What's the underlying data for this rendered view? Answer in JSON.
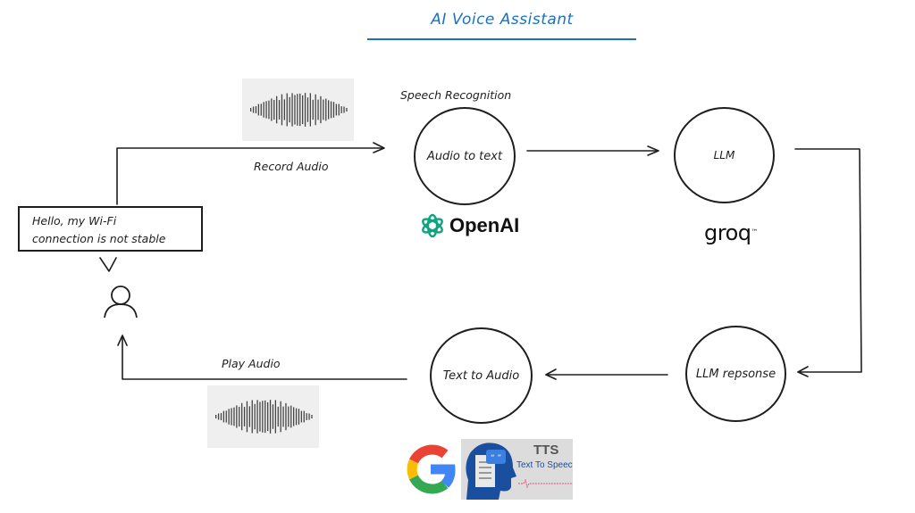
{
  "title": "AI Voice Assistant",
  "colors": {
    "title": "#1971c2",
    "stroke": "#1e1e1e",
    "openai_green": "#10a37f",
    "tts_blue": "#1a4fa0",
    "google_red": "#ea4335",
    "google_yellow": "#fbbc05",
    "google_green": "#34a853",
    "google_blue": "#4285f4"
  },
  "user": {
    "speech_bubble_lines": [
      "Hello, my Wi-Fi",
      "connection is not stable"
    ],
    "icon": "user-icon"
  },
  "edges": {
    "record_audio": "Record Audio",
    "play_audio": "Play Audio"
  },
  "nodes": {
    "speech_recognition": {
      "caption": "Speech Recognition",
      "label": "Audio to text",
      "provider": "OpenAI"
    },
    "llm": {
      "label": "LLM",
      "provider": "groq"
    },
    "llm_response": {
      "label": "LLM repsonse"
    },
    "text_to_audio": {
      "label": "Text to Audio",
      "providers": [
        "Google",
        "TTS Text To Speech"
      ]
    }
  },
  "tts_logo": {
    "title": "TTS",
    "subtitle": "Text To Speech"
  },
  "google_logo": "G"
}
